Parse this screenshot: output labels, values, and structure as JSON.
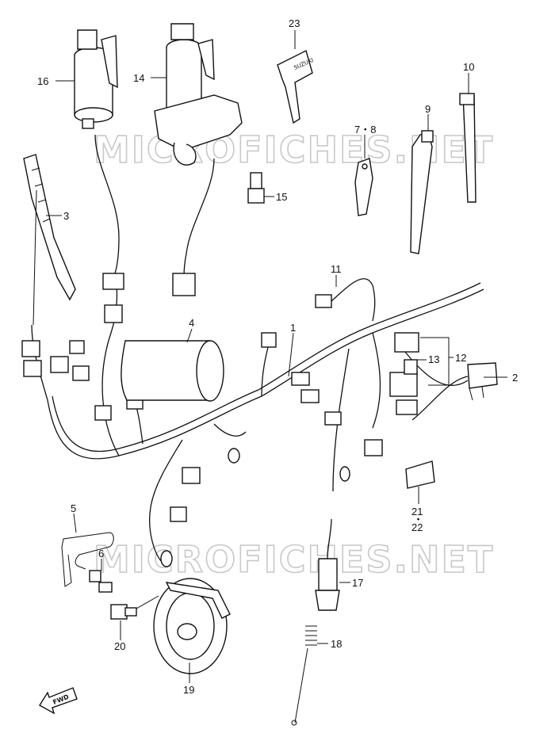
{
  "watermarks": [
    "MICROFICHES.NET",
    "MICROFICHES.NET"
  ],
  "callouts": [
    {
      "id": "c1",
      "text": "1"
    },
    {
      "id": "c2",
      "text": "2"
    },
    {
      "id": "c3",
      "text": "3"
    },
    {
      "id": "c4",
      "text": "4"
    },
    {
      "id": "c5",
      "text": "5"
    },
    {
      "id": "c6",
      "text": "6"
    },
    {
      "id": "c78",
      "text": "7・8"
    },
    {
      "id": "c9",
      "text": "9"
    },
    {
      "id": "c10",
      "text": "10"
    },
    {
      "id": "c11",
      "text": "11"
    },
    {
      "id": "c12",
      "text": "12"
    },
    {
      "id": "c13",
      "text": "13"
    },
    {
      "id": "c14",
      "text": "14"
    },
    {
      "id": "c15",
      "text": "15"
    },
    {
      "id": "c16",
      "text": "16"
    },
    {
      "id": "c17",
      "text": "17"
    },
    {
      "id": "c18",
      "text": "18"
    },
    {
      "id": "c19",
      "text": "19"
    },
    {
      "id": "c20",
      "text": "20"
    },
    {
      "id": "c21",
      "text": "21"
    },
    {
      "id": "c21dot",
      "text": "・"
    },
    {
      "id": "c22",
      "text": "22"
    },
    {
      "id": "c23",
      "text": "23"
    }
  ],
  "key_brand": "SUZUKI",
  "fwd_label": "FWD"
}
